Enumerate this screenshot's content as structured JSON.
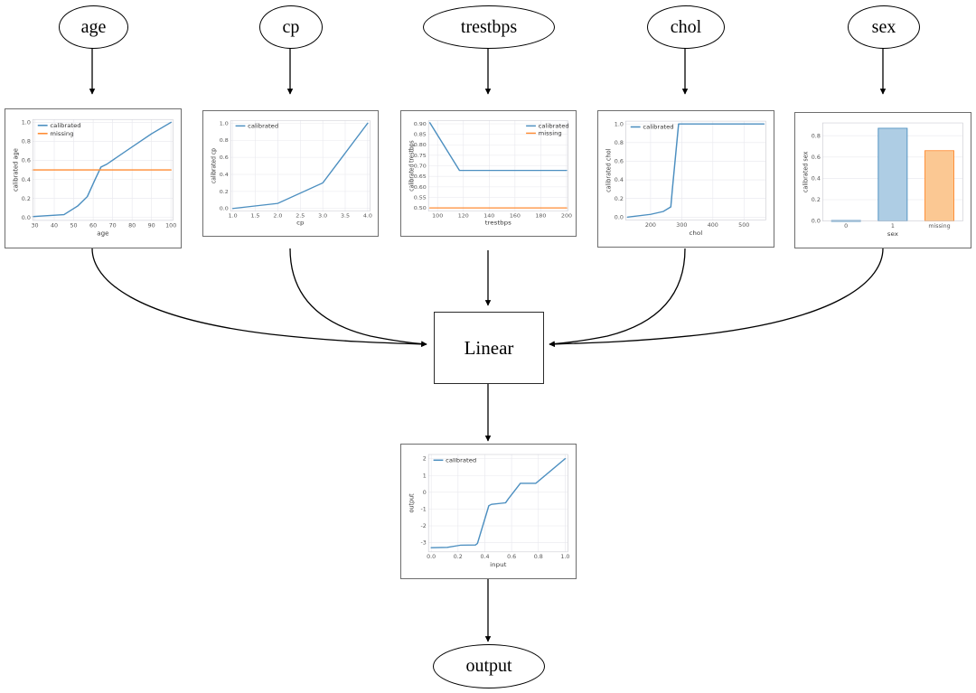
{
  "diagram": {
    "type": "calibrated-model-graph",
    "feature_nodes": [
      {
        "id": "age",
        "label": "age"
      },
      {
        "id": "cp",
        "label": "cp"
      },
      {
        "id": "trestbps",
        "label": "trestbps"
      },
      {
        "id": "chol",
        "label": "chol"
      },
      {
        "id": "sex",
        "label": "sex"
      }
    ],
    "linear_node": {
      "id": "linear",
      "label": "Linear"
    },
    "output_node": {
      "id": "output",
      "label": "output"
    },
    "edge_color": "#000000"
  },
  "colors": {
    "calibrated": "#4c8fc0",
    "missing": "#ff8c33",
    "bar_blue_fill": "#aecde4",
    "bar_blue_edge": "#4c8fc0",
    "bar_orange_fill": "#fbc893",
    "bar_orange_edge": "#ff8c33",
    "panel_border": "#6e6e6e",
    "grid": "#e8e8ee"
  },
  "chart_data": [
    {
      "id": "age",
      "type": "line",
      "title": "",
      "xlabel": "age",
      "ylabel": "calibrated age",
      "xlim": [
        29,
        101
      ],
      "ylim": [
        -0.03,
        1.03
      ],
      "xticks": [
        30,
        40,
        50,
        60,
        70,
        80,
        90,
        100
      ],
      "yticks": [
        0.0,
        0.2,
        0.4,
        0.6,
        0.8,
        1.0
      ],
      "grid": true,
      "legend": [
        "calibrated",
        "missing"
      ],
      "legend_position": "upper left",
      "series": [
        {
          "name": "calibrated",
          "color": "#4c8fc0",
          "x": [
            29,
            45,
            52,
            57,
            61,
            64,
            67,
            77,
            90,
            100
          ],
          "y": [
            0.01,
            0.03,
            0.12,
            0.22,
            0.4,
            0.53,
            0.56,
            0.7,
            0.88,
            1.0
          ]
        },
        {
          "name": "missing",
          "color": "#ff8c33",
          "x": [
            29,
            100
          ],
          "y": [
            0.5,
            0.5
          ]
        }
      ]
    },
    {
      "id": "cp",
      "type": "line",
      "title": "",
      "xlabel": "cp",
      "ylabel": "calibrated cp",
      "xlim": [
        0.95,
        4.05
      ],
      "ylim": [
        -0.03,
        1.03
      ],
      "xticks": [
        1.0,
        1.5,
        2.0,
        2.5,
        3.0,
        3.5,
        4.0
      ],
      "yticks": [
        0.0,
        0.2,
        0.4,
        0.6,
        0.8,
        1.0
      ],
      "grid": true,
      "legend": [
        "calibrated"
      ],
      "legend_position": "upper left",
      "series": [
        {
          "name": "calibrated",
          "color": "#4c8fc0",
          "x": [
            1.0,
            2.0,
            3.0,
            4.0
          ],
          "y": [
            0.0,
            0.06,
            0.3,
            1.0
          ]
        }
      ]
    },
    {
      "id": "trestbps",
      "type": "line",
      "title": "",
      "xlabel": "trestbps",
      "ylabel": "calibrated trestbps",
      "xlim": [
        93,
        201
      ],
      "ylim": [
        0.485,
        0.915
      ],
      "xticks": [
        100,
        120,
        140,
        160,
        180,
        200
      ],
      "yticks": [
        0.5,
        0.55,
        0.6,
        0.65,
        0.7,
        0.75,
        0.8,
        0.85,
        0.9
      ],
      "grid": true,
      "legend": [
        "calibrated",
        "missing"
      ],
      "legend_position": "upper right",
      "series": [
        {
          "name": "calibrated",
          "color": "#4c8fc0",
          "x": [
            94,
            117,
            200
          ],
          "y": [
            0.905,
            0.678,
            0.678
          ]
        },
        {
          "name": "missing",
          "color": "#ff8c33",
          "x": [
            94,
            200
          ],
          "y": [
            0.5,
            0.5
          ]
        }
      ]
    },
    {
      "id": "chol",
      "type": "line",
      "title": "",
      "xlabel": "chol",
      "ylabel": "calibrated chol",
      "xlim": [
        120,
        570
      ],
      "ylim": [
        -0.03,
        1.03
      ],
      "xticks": [
        200,
        300,
        400,
        500
      ],
      "yticks": [
        0.0,
        0.2,
        0.4,
        0.6,
        0.8,
        1.0
      ],
      "grid": true,
      "legend": [
        "calibrated"
      ],
      "legend_position": "upper left",
      "series": [
        {
          "name": "calibrated",
          "color": "#4c8fc0",
          "x": [
            126,
            200,
            240,
            265,
            270,
            290,
            564
          ],
          "y": [
            0.0,
            0.03,
            0.06,
            0.11,
            0.3,
            1.0,
            1.0
          ]
        }
      ]
    },
    {
      "id": "sex",
      "type": "bar",
      "title": "",
      "xlabel": "sex",
      "ylabel": "calibrated sex",
      "categories": [
        "0",
        "1",
        "missing"
      ],
      "values": [
        0.005,
        0.87,
        0.66
      ],
      "bar_colors": [
        "#aecde4",
        "#aecde4",
        "#fbc893"
      ],
      "bar_edge_colors": [
        "#4c8fc0",
        "#4c8fc0",
        "#ff8c33"
      ],
      "ylim": [
        0.0,
        0.92
      ],
      "yticks": [
        0.0,
        0.2,
        0.4,
        0.6,
        0.8
      ],
      "grid": true,
      "legend": [],
      "legend_position": "none"
    },
    {
      "id": "output",
      "type": "line",
      "title": "",
      "xlabel": "input",
      "ylabel": "output",
      "xlim": [
        -0.02,
        1.02
      ],
      "ylim": [
        -3.55,
        2.25
      ],
      "xticks": [
        0.0,
        0.2,
        0.4,
        0.6,
        0.8,
        1.0
      ],
      "yticks": [
        -3,
        -2,
        -1,
        0,
        1,
        2
      ],
      "grid": true,
      "legend": [
        "calibrated"
      ],
      "legend_position": "upper left",
      "series": [
        {
          "name": "calibrated",
          "color": "#4c8fc0",
          "x": [
            0.0,
            0.12,
            0.22,
            0.33,
            0.345,
            0.43,
            0.45,
            0.555,
            0.575,
            0.665,
            0.78,
            1.0
          ],
          "y": [
            -3.3,
            -3.28,
            -3.15,
            -3.14,
            -3.05,
            -0.8,
            -0.72,
            -0.63,
            -0.4,
            0.53,
            0.53,
            2.0
          ]
        }
      ]
    }
  ]
}
